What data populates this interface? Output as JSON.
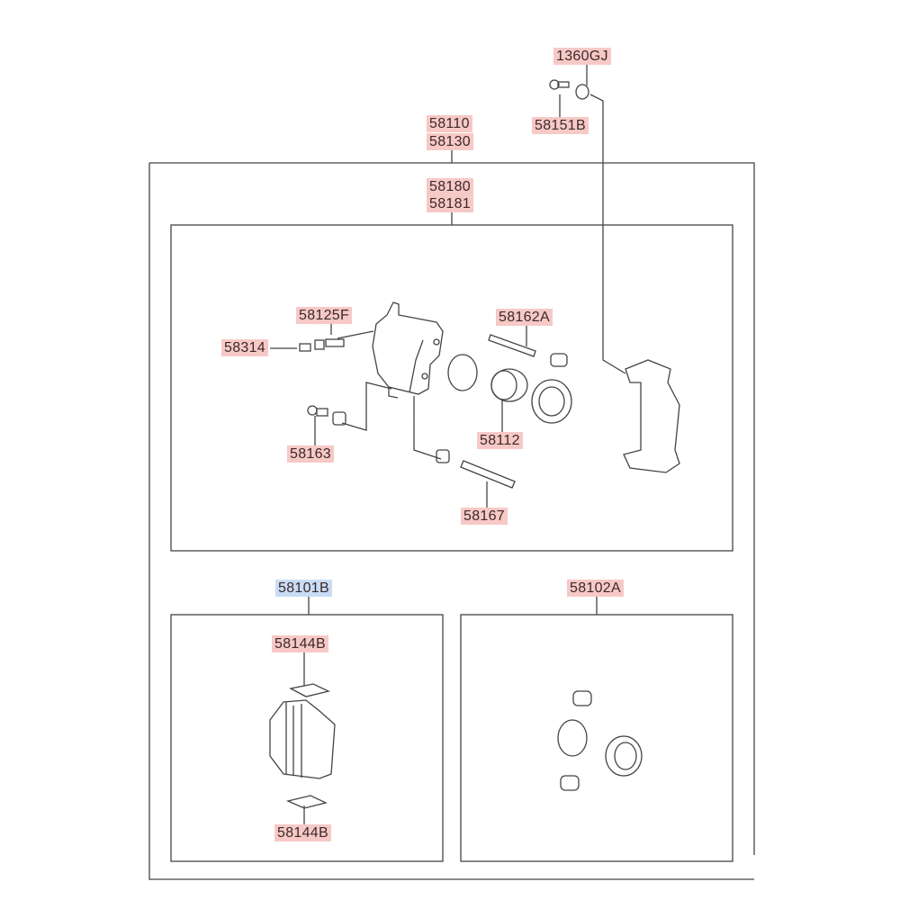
{
  "labels": {
    "l1360GJ": "1360GJ",
    "l58151B": "58151B",
    "l58110": "58110",
    "l58130": "58130",
    "l58180": "58180",
    "l58181": "58181",
    "l58125F": "58125F",
    "l58314": "58314",
    "l58162A": "58162A",
    "l58163": "58163",
    "l58112": "58112",
    "l58167": "58167",
    "l58101B": "58101B",
    "l58102A": "58102A",
    "l58144B_top": "58144B",
    "l58144B_bottom": "58144B"
  },
  "colors": {
    "label_bg": "#f7c9c6",
    "label_selected_bg": "#c9dcf5",
    "line": "#444444"
  }
}
